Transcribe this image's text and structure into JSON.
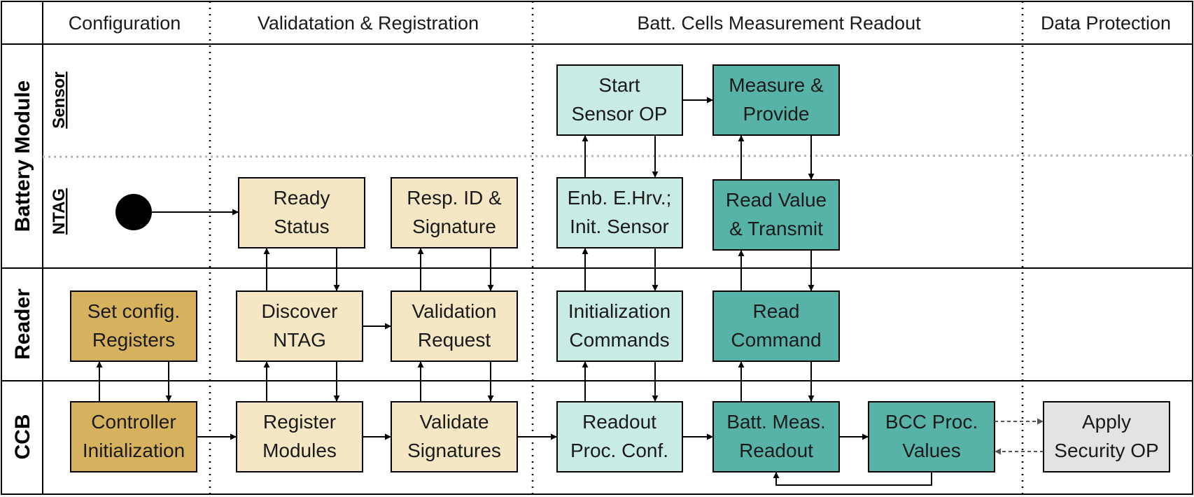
{
  "phases": {
    "configuration": "Configuration",
    "validation": "Validatation & Registration",
    "readout": "Batt. Cells Measurement Readout",
    "protection": "Data Protection"
  },
  "lanes": {
    "battery_module": "Battery Module",
    "sensor": "Sensor",
    "ntag": "NTAG",
    "reader": "Reader",
    "ccb": "CCB"
  },
  "colors": {
    "config_box": "#d6b25e",
    "validation_box": "#f5e7c4",
    "readout_init_box": "#c8ebe3",
    "readout_meas_box": "#57b3a7",
    "protection_box": "#e3e3e3"
  },
  "boxes": {
    "start_sensor_op": [
      "Start",
      "Sensor OP"
    ],
    "measure_provide": [
      "Measure &",
      "Provide"
    ],
    "ready_status": [
      "Ready",
      "Status"
    ],
    "resp_id_signature": [
      "Resp. ID &",
      "Signature"
    ],
    "enb_init_sensor": [
      "Enb. E.Hrv.;",
      "Init. Sensor"
    ],
    "read_value_transmit": [
      "Read Value",
      "& Transmit"
    ],
    "set_config_registers": [
      "Set config.",
      "Registers"
    ],
    "discover_ntag": [
      "Discover",
      "NTAG"
    ],
    "validation_request": [
      "Validation",
      "Request"
    ],
    "initialization_commands": [
      "Initialization",
      "Commands"
    ],
    "read_command": [
      "Read",
      "Command"
    ],
    "controller_initialization": [
      "Controller",
      "Initialization"
    ],
    "register_modules": [
      "Register",
      "Modules"
    ],
    "validate_signatures": [
      "Validate",
      "Signatures"
    ],
    "readout_proc_conf": [
      "Readout",
      "Proc. Conf."
    ],
    "batt_meas_readout": [
      "Batt. Meas.",
      "Readout"
    ],
    "bcc_proc_values": [
      "BCC Proc.",
      "Values"
    ],
    "apply_security_op": [
      "Apply",
      "Security OP"
    ]
  }
}
